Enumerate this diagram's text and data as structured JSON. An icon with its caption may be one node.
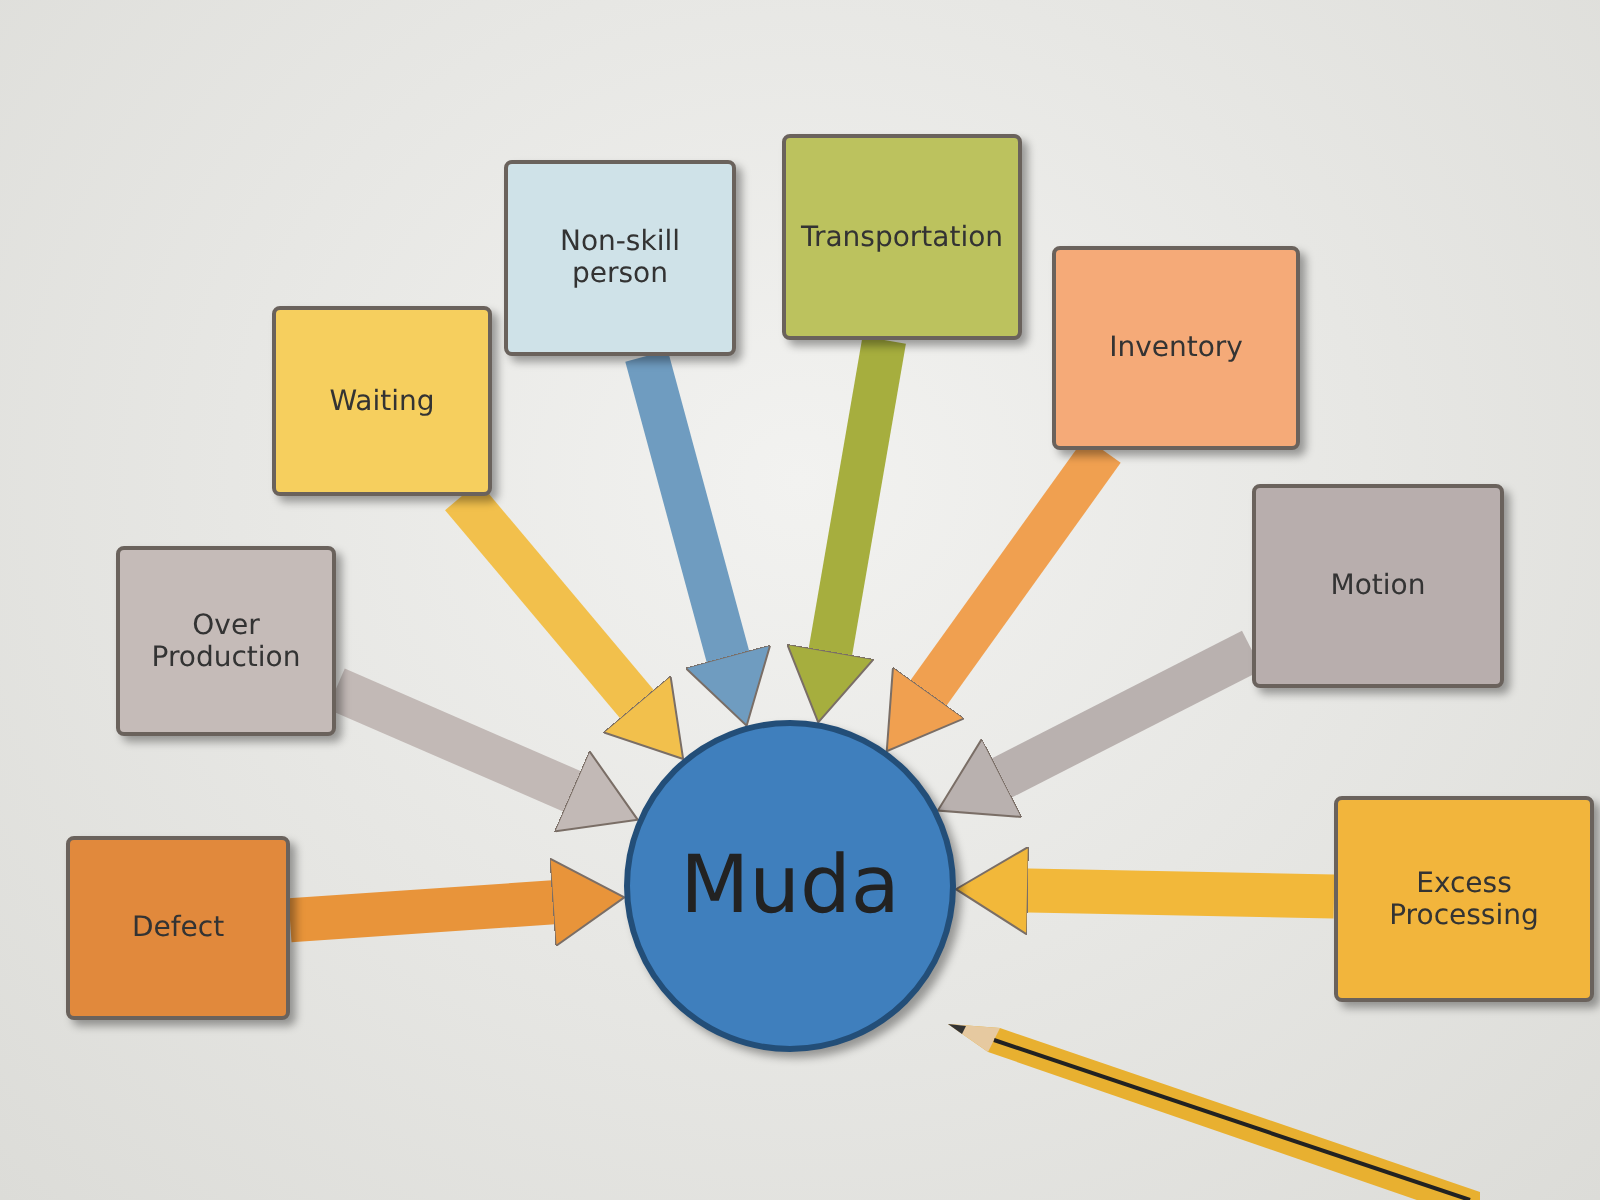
{
  "diagram": {
    "nodes": [
      {
        "text": [
          "Muda"
        ]
      },
      {
        "text": [
          "Defect"
        ]
      },
      {
        "text": [
          "Over Production"
        ]
      },
      {
        "text": [
          "Waiting"
        ]
      },
      {
        "text": [
          "Non-skill person"
        ]
      },
      {
        "text": [
          "Transportation"
        ]
      },
      {
        "text": [
          "Inventory"
        ]
      },
      {
        "text": [
          "Motion"
        ]
      },
      {
        "text": [
          "Excess Processing"
        ]
      }
    ],
    "edges": [
      {
        "from": 1,
        "to": 0,
        "arrow": "to",
        "color": "#e8943a"
      },
      {
        "from": 2,
        "to": 0,
        "arrow": "to",
        "color": "#c2b9b6"
      },
      {
        "from": 3,
        "to": 0,
        "arrow": "to",
        "color": "#f2c04c"
      },
      {
        "from": 4,
        "to": 0,
        "arrow": "to",
        "color": "#6f9cc0"
      },
      {
        "from": 5,
        "to": 0,
        "arrow": "to",
        "color": "#a6ae3e"
      },
      {
        "from": 6,
        "to": 0,
        "arrow": "to",
        "color": "#f0a050"
      },
      {
        "from": 7,
        "to": 0,
        "arrow": "to",
        "color": "#b9b1af"
      },
      {
        "from": 8,
        "to": 0,
        "arrow": "to",
        "color": "#f2b83a"
      }
    ]
  }
}
